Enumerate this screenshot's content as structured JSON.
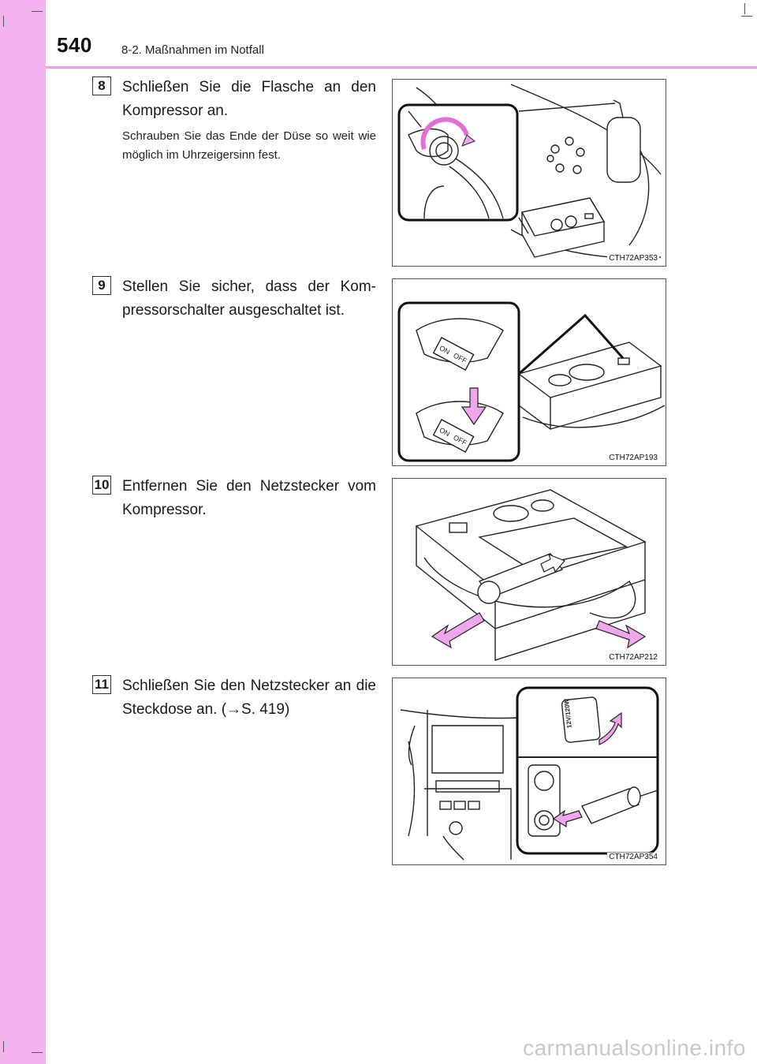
{
  "header": {
    "page_number": "540",
    "chapter_title": "8-2. Maßnahmen im Notfall"
  },
  "steps": [
    {
      "number": "8",
      "text": "Schließen Sie die Flasche an den Kompressor an.",
      "note": "Schrauben Sie das Ende der Düse so weit wie möglich im Uhrzeigersinn fest.",
      "figure_code": "CTH72AP353"
    },
    {
      "number": "9",
      "text": "Stellen Sie sicher, dass der Kom-pressorschalter ausgeschaltet ist.",
      "figure_code": "CTH72AP193",
      "figure_labels": {
        "on": "ON",
        "off": "OFF"
      }
    },
    {
      "number": "10",
      "text": "Entfernen Sie den Netzstecker vom Kompressor.",
      "figure_code": "CTH72AP212"
    },
    {
      "number": "11",
      "text": "Schließen Sie den Netzstecker an die Steckdose an. (→S. 419)",
      "figure_code": "CTH72AP354",
      "figure_labels": {
        "socket_cap": "12V/120W"
      }
    }
  ],
  "watermark": "carmanualsonline.info",
  "colors": {
    "sidebar": "#f2b3ee",
    "header_rule": "#ec9fe6",
    "arrow": "#f0a6ea"
  }
}
